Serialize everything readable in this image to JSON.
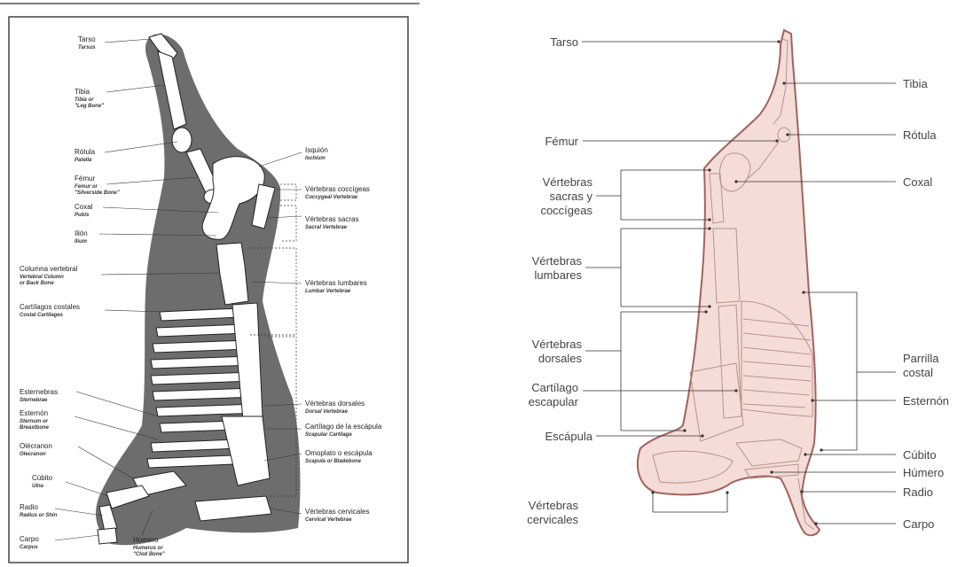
{
  "left_diagram": {
    "labels_left": [
      {
        "main": "Tarso",
        "sub": "Tarsus"
      },
      {
        "main": "Tibia",
        "sub": "Tibia or",
        "sub2": "\"Leg Bone\""
      },
      {
        "main": "Rótula",
        "sub": "Patella"
      },
      {
        "main": "Fémur",
        "sub": "Femur or",
        "sub2": "\"Silverside Bone\""
      },
      {
        "main": "Coxal",
        "sub": "Pubis"
      },
      {
        "main": "Ilión",
        "sub": "Ilium"
      },
      {
        "main": "Columna vertebral",
        "sub": "Vertebral Column",
        "sub2": "or Back Bone"
      },
      {
        "main": "Cartílagos costales",
        "sub": "Costal Cartilages"
      },
      {
        "main": "Esternebras",
        "sub": "Sternebrae"
      },
      {
        "main": "Esternón",
        "sub": "Sternum or",
        "sub2": "Breastbone"
      },
      {
        "main": "Olécranon",
        "sub": "Olecranon"
      },
      {
        "main": "Cúbito",
        "sub": "Ulna"
      },
      {
        "main": "Radio",
        "sub": "Radius or Shin"
      },
      {
        "main": "Carpo",
        "sub": "Carpus"
      }
    ],
    "labels_right": [
      {
        "main": "Isquión",
        "sub": "Ischium"
      },
      {
        "main": "Vértebras coccígeas",
        "sub": "Coccygeal Vertebrae"
      },
      {
        "main": "Vértebras sacras",
        "sub": "Sacral Vertebrae"
      },
      {
        "main": "Vértebras lumbares",
        "sub": "Lumbar Vertebrae"
      },
      {
        "main": "Vértebras dorsales",
        "sub": "Dorsal Vertebrae"
      },
      {
        "main": "Cartílago de la escápula",
        "sub": "Scapular Cartilage"
      },
      {
        "main": "Omoplato o escápula",
        "sub": "Scapula or Bladebone"
      },
      {
        "main": "Vértebras cervicales",
        "sub": "Cervical Vertebrae"
      }
    ],
    "label_bottom": {
      "main": "Húmero",
      "sub": "Humerus or",
      "sub2": "\"Clod Bone\""
    }
  },
  "right_diagram": {
    "labels_left": [
      {
        "lines": [
          "Tarso"
        ]
      },
      {
        "lines": [
          "Fémur"
        ]
      },
      {
        "lines": [
          "Vértebras",
          "sacras y",
          "coccígeas"
        ]
      },
      {
        "lines": [
          "Vértebras",
          "lumbares"
        ]
      },
      {
        "lines": [
          "Vértebras",
          "dorsales"
        ]
      },
      {
        "lines": [
          "Cartílago",
          "escapular"
        ]
      },
      {
        "lines": [
          "Escápula"
        ]
      },
      {
        "lines": [
          "Vértebras",
          "cervicales"
        ]
      }
    ],
    "labels_right": [
      {
        "lines": [
          "Tibia"
        ]
      },
      {
        "lines": [
          "Rótula"
        ]
      },
      {
        "lines": [
          "Coxal"
        ]
      },
      {
        "lines": [
          "Parrilla",
          "costal"
        ]
      },
      {
        "lines": [
          "Esternón"
        ]
      },
      {
        "lines": [
          "Cúbito"
        ]
      },
      {
        "lines": [
          "Húmero"
        ]
      },
      {
        "lines": [
          "Radio"
        ]
      },
      {
        "lines": [
          "Carpo"
        ]
      }
    ]
  },
  "colors": {
    "left_tissue": "#6d6d6d",
    "left_bone": "#ffffff",
    "right_fill": "#f4dcd8",
    "right_outline": "#a0645c",
    "right_bone_line": "#b9928c",
    "leader": "#333333"
  }
}
